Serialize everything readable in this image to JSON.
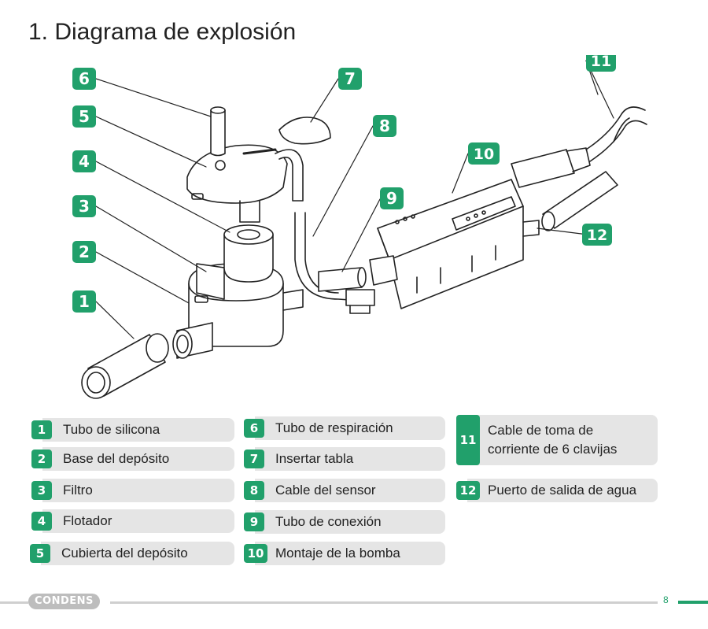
{
  "title": "1. Diagrama de explosión",
  "colors": {
    "accent": "#21a06b",
    "label_bg": "#e5e5e5",
    "footer_line": "#cfcfcf"
  },
  "legend": [
    {
      "num": "1",
      "label": "Tubo de silicona"
    },
    {
      "num": "2",
      "label": "Base del depósito"
    },
    {
      "num": "3",
      "label": "Filtro"
    },
    {
      "num": "4",
      "label": "Flotador"
    },
    {
      "num": "5",
      "label": "Cubierta del depósito"
    },
    {
      "num": "6",
      "label": "Tubo de respiración"
    },
    {
      "num": "7",
      "label": "Insertar tabla"
    },
    {
      "num": "8",
      "label": "Cable del sensor"
    },
    {
      "num": "9",
      "label": "Tubo de conexión"
    },
    {
      "num": "10",
      "label": "Montaje de la bomba"
    },
    {
      "num": "11",
      "label": "Cable de toma de corriente de 6 clavijas"
    },
    {
      "num": "12",
      "label": "Puerto de salida de agua"
    }
  ],
  "footer": {
    "logo": "CONDENS",
    "page": "8"
  }
}
